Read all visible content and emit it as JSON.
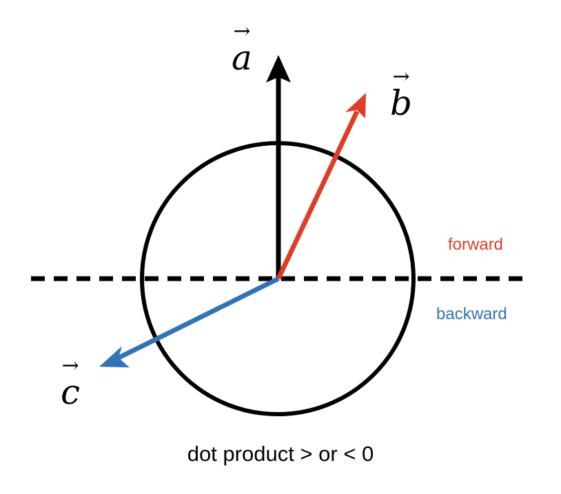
{
  "labels": {
    "a": "a",
    "b": "b",
    "c": "c",
    "arrow_accent": "→",
    "forward": "forward",
    "backward": "backward",
    "caption": "dot product > or < 0"
  },
  "colors": {
    "a": "#000000",
    "b": "#E03C26",
    "c": "#2F74BA",
    "forward": "#E03C26",
    "backward": "#2F74BA"
  }
}
